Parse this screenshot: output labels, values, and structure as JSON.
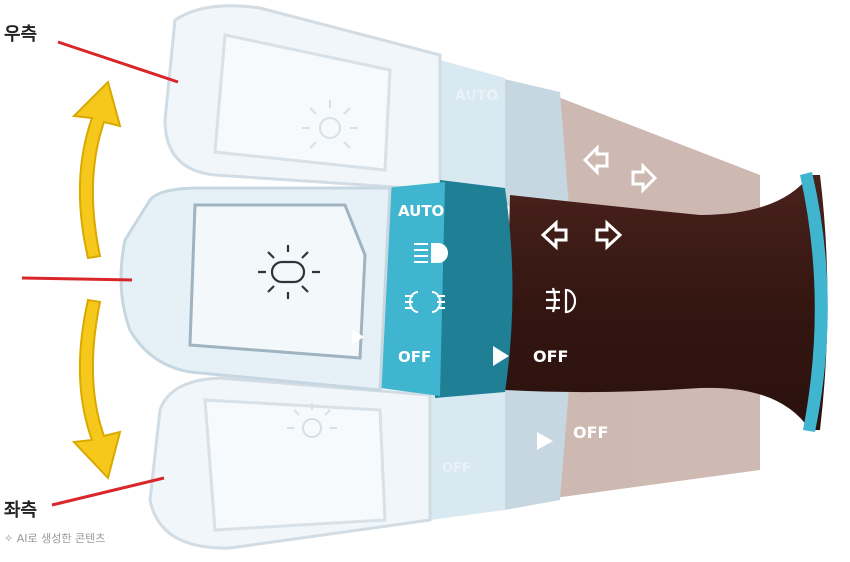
{
  "labels": {
    "right": "우측",
    "left": "좌측",
    "credit": "AI로 생성한 콘텐츠"
  },
  "lever": {
    "ring_top": "AUTO",
    "ring_bottom": "OFF",
    "stalk_bottom": "OFF"
  },
  "ghost_upper": {
    "ring_top": "AUTO"
  },
  "ghost_lower": {
    "ring_bottom": "OFF",
    "stalk_bottom": "OFF"
  },
  "colors": {
    "stalk": "#3b1a16",
    "ring_teal": "#1f7f95",
    "band_cyan": "#3fb5cf",
    "knob_fill": "#e6f1f7",
    "arrow_yellow": "#f6c81c",
    "pointer_red": "#d9262b",
    "ghost_stalk": "#c9b4ac",
    "ghost_knob": "#eef4f8"
  },
  "icons": [
    "headlight-icon",
    "high-beam-icon",
    "position-light-icon",
    "fog-light-icon",
    "turn-signal-icon",
    "play-triangle-icon",
    "direction-arrow-icon"
  ]
}
